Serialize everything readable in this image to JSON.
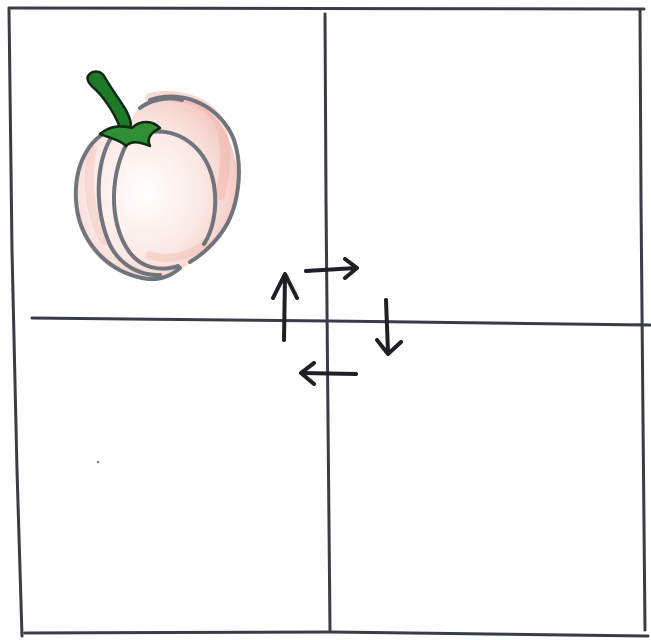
{
  "drawing": {
    "description_free": true,
    "quadrants": [
      {
        "position": "top-left",
        "content": "pumpkin-drawing"
      },
      {
        "position": "top-right",
        "content": "empty"
      },
      {
        "position": "bottom-left",
        "content": "empty"
      },
      {
        "position": "bottom-right",
        "content": "empty"
      }
    ],
    "rotation_arrows": {
      "direction": "clockwise",
      "arrows": [
        "arrow-right",
        "arrow-down",
        "arrow-left",
        "arrow-up"
      ]
    }
  },
  "colors": {
    "paper": "#ffffff",
    "grid_ink": "#3a3d44",
    "arrow_ink": "#1f2024",
    "pumpkin_outline": "#70747c",
    "pumpkin_fill": "#f6d5cf",
    "pumpkin_shade": "#efb9b0",
    "stem_green": "#1f7a27",
    "stem_outline": "#0f2a12"
  }
}
